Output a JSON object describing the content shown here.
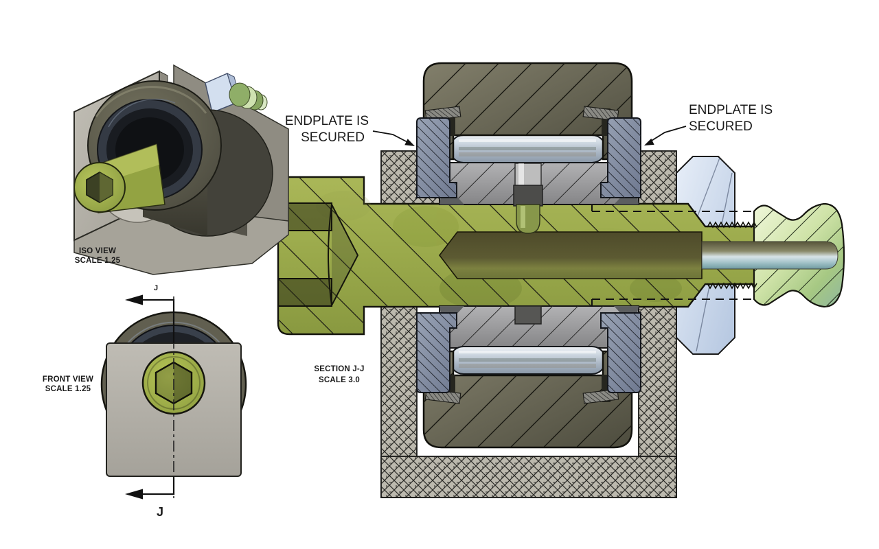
{
  "drawing": {
    "views": {
      "iso": {
        "title": "ISO VIEW",
        "scale_label": "SCALE 1.25"
      },
      "front": {
        "title": "FRONT VIEW",
        "scale_label": "SCALE 1.25",
        "section_marker_top": "J",
        "section_marker_bottom": "J"
      },
      "section": {
        "title": "SECTION J-J",
        "scale_label": "SCALE 3.0"
      }
    },
    "callouts": {
      "left_endplate": {
        "line1": "ENDPLATE IS",
        "line2": "SECURED"
      },
      "right_endplate": {
        "line1": "ENDPLATE IS",
        "line2": "SECURED"
      }
    },
    "colors": {
      "background": "#FFFFFF",
      "stud_yellow": "#9AA94B",
      "outer_ring_olive": "#5E5D4C",
      "race_gray": "#9C9C9E",
      "endplate_blue_gray": "#8A94A8",
      "needle_roller_steel": "#C3CEDA",
      "bracket_crosshatch_tan": "#BCB9AE",
      "hex_nut_blue": "#CBD9EC",
      "grease_fitting_green": "#BCD49B",
      "lube_hole_dark_olive": "#5C5A32",
      "annotation_black": "#1A1A1A"
    }
  }
}
